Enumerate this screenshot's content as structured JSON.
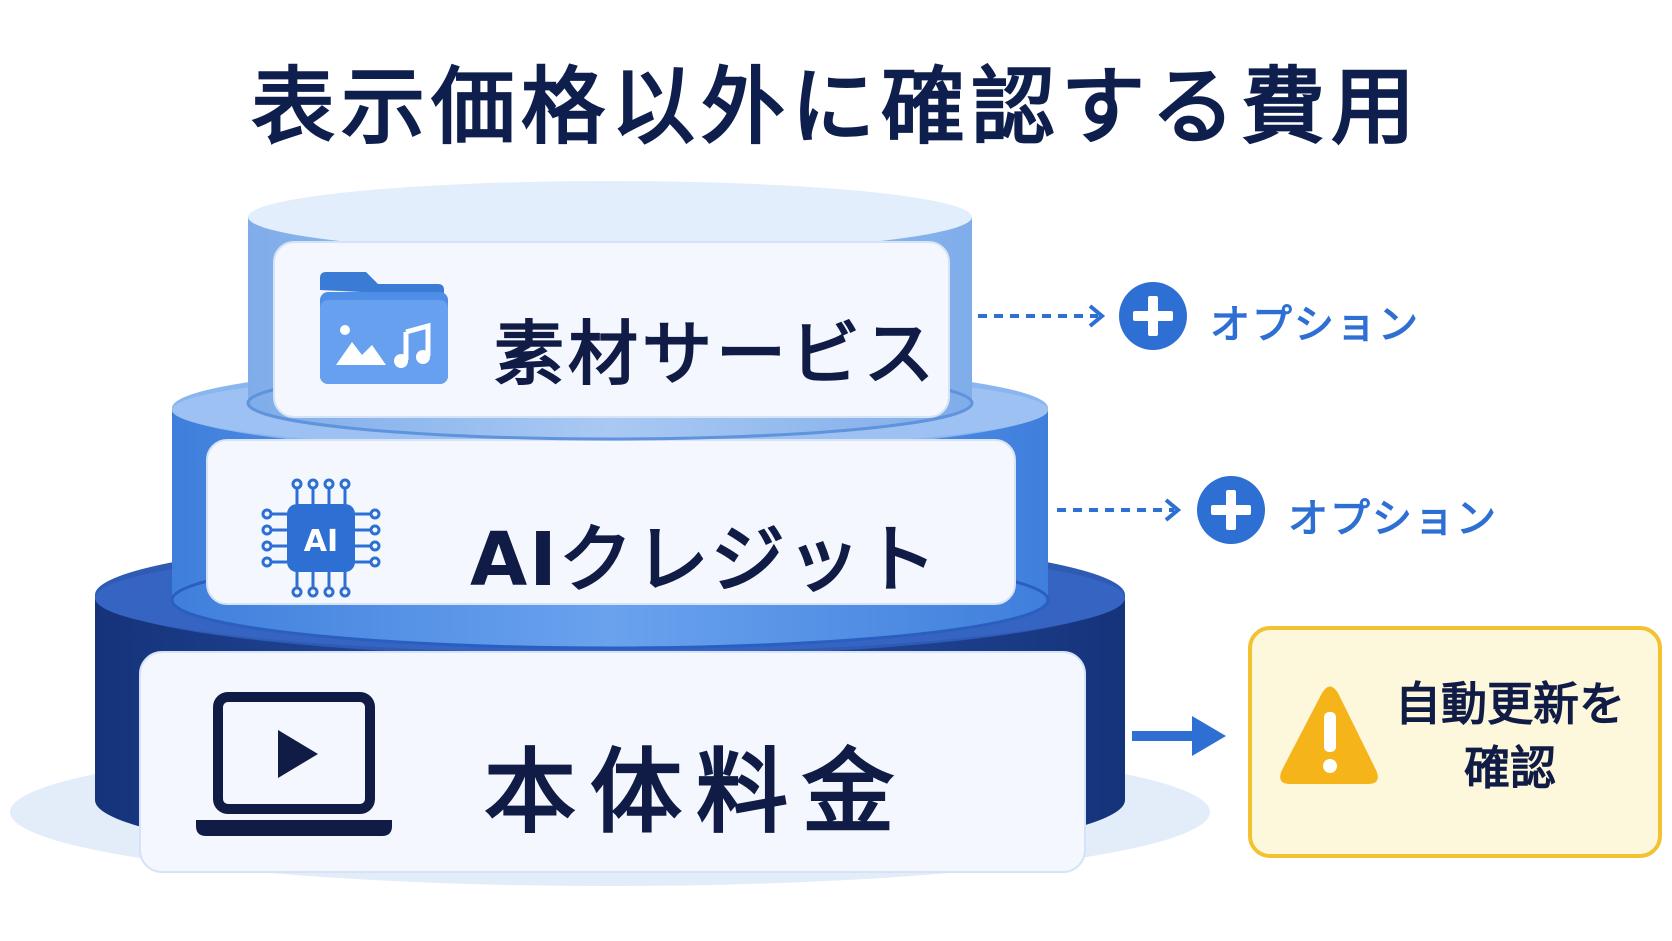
{
  "title": "表示価格以外に確認する費用",
  "tiers": [
    {
      "label": "素材サービス",
      "icon": "folder-media-icon",
      "color": "#8fb8ee"
    },
    {
      "label": "AIクレジット",
      "icon": "ai-chip-icon",
      "icon_text": "AI",
      "color": "#4f8ee6"
    },
    {
      "label": "本体料金",
      "icon": "laptop-play-icon",
      "color": "#1b3f8f"
    }
  ],
  "options": [
    {
      "label": "オプション",
      "icon": "plus-circle-icon"
    },
    {
      "label": "オプション",
      "icon": "plus-circle-icon"
    }
  ],
  "warning": {
    "line1": "自動更新を",
    "line2": "確認",
    "icon": "warning-triangle-icon",
    "border": "#f2c230",
    "background": "#fdf7dc"
  }
}
